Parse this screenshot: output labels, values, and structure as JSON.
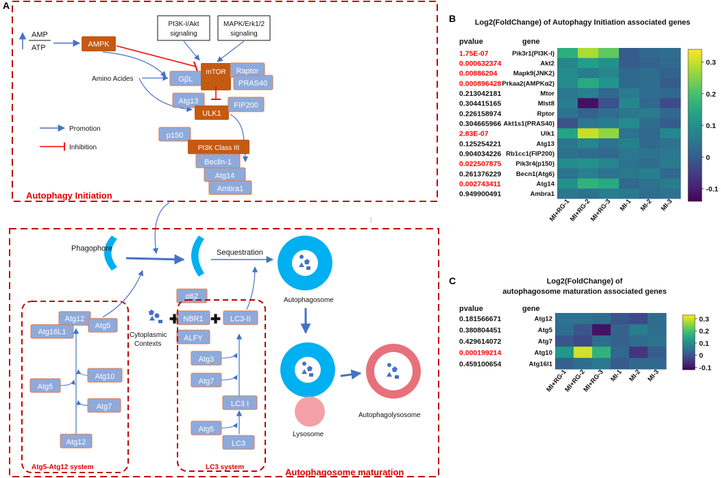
{
  "panels": {
    "A": "A",
    "B": "B",
    "C": "C"
  },
  "panel_a": {
    "initiation": {
      "title": "Autophagy Initiation",
      "amp": "AMP",
      "atp": "ATP",
      "ampk": "AMPK",
      "pi3k_signal": [
        "PI3K-I/Akt",
        "signaling"
      ],
      "mapk_signal": [
        "MAPK/Erk1/2",
        "signaling"
      ],
      "amino_acids": "Amino Acides",
      "gbl": "GβL",
      "mtor": "mTOR",
      "raptor": "Raptor",
      "pras40": "PRAS40",
      "atg13": "Atg13",
      "ulk1": "ULK1",
      "fip200": "FIP200",
      "p150": "p150",
      "pi3k_class3": "PI3K Class III",
      "beclin1": "Beclin-1",
      "atg14": "Atg14",
      "ambra1": "Ambra1",
      "legend_promotion": "Promotion",
      "legend_inhibition": "Inhibition"
    },
    "maturation": {
      "title": "Autophagosome maturation",
      "phagophore": "Phagophore",
      "sequestration": "Sequestration",
      "autophagosome": "Autophagosome",
      "lysosome": "Lysosome",
      "autophagolysosome": "Autophagolysosome",
      "cytoplasmic": [
        "Cytoplasmic",
        "Contexts"
      ],
      "p62": "p62",
      "nbr1": "NBR1",
      "lc3_ii": "LC3-II",
      "alfy": "ALFY",
      "plus": "✚",
      "atg5_system": {
        "title": "Atg5-Atg12 system",
        "atg12_top": "Atg12",
        "atg5_top": "Atg5",
        "atg16l1": "Atg16L1",
        "atg10": "Atg10",
        "atg5_mid": "Atg5",
        "atg7": "Atg7",
        "atg12_bottom": "Atg12"
      },
      "lc3_system": {
        "title": "LC3 system",
        "atg3": "Atg3",
        "atg7": "Atg7",
        "lc3_i": "LC3 I",
        "atg5": "Atg5",
        "lc3": "LC3"
      }
    }
  },
  "colors": {
    "blue_box": "#8eaadb",
    "blue_box_border": "#e07a4a",
    "orange_box": "#c55a11",
    "arrow_blue": "#4472c4",
    "inhibit_red": "#ff0000",
    "dash_red": "#c00000",
    "title_red": "#e00000",
    "phagophore_blue": "#00b0f0",
    "lysosome_pink": "#f4a0a8",
    "autophago_pink": "#e8707a"
  },
  "chart_data": [
    {
      "type": "heatmap",
      "title": "Log2(FoldChange) of Autophagy Initiation associated genes",
      "pvalue_header": "pvalue",
      "gene_header": "gene",
      "columns": [
        "MI+RG-1",
        "MI+RG-2",
        "MI+RG-3",
        "MI-1",
        "MI-2",
        "MI-3"
      ],
      "rows": [
        {
          "pvalue": "1.75E-07",
          "significant": true,
          "gene": "Pik3r1(PI3K-I)",
          "values": [
            0.16,
            0.28,
            0.22,
            0.0,
            0.02,
            0.03
          ]
        },
        {
          "pvalue": "0.000632374",
          "significant": true,
          "gene": "Akt2",
          "values": [
            0.08,
            0.13,
            0.1,
            0.0,
            0.01,
            0.02
          ]
        },
        {
          "pvalue": "0.00886204",
          "significant": true,
          "gene": "Mapk9(JNK2)",
          "values": [
            0.09,
            0.06,
            0.08,
            0.02,
            0.03,
            0.01
          ]
        },
        {
          "pvalue": "0.000896428",
          "significant": true,
          "gene": "Prkaa2(AMPKα2)",
          "values": [
            0.09,
            0.15,
            0.11,
            0.02,
            0.03,
            0.0
          ]
        },
        {
          "pvalue": "0.213042181",
          "significant": false,
          "gene": "Mtor",
          "values": [
            0.05,
            0.07,
            0.02,
            0.06,
            0.03,
            0.02
          ]
        },
        {
          "pvalue": "0.304415165",
          "significant": false,
          "gene": "Mlst8",
          "values": [
            0.06,
            -0.12,
            -0.02,
            0.08,
            0.02,
            -0.03
          ]
        },
        {
          "pvalue": "0.226158974",
          "significant": false,
          "gene": "Rptor",
          "values": [
            0.04,
            0.01,
            0.03,
            0.05,
            0.06,
            0.02
          ]
        },
        {
          "pvalue": "0.304665966",
          "significant": false,
          "gene": "Akt1s1(PRAS40)",
          "values": [
            -0.02,
            0.05,
            0.06,
            0.09,
            0.03,
            0.0
          ]
        },
        {
          "pvalue": "2.83E-07",
          "significant": true,
          "gene": "Ulk1",
          "values": [
            0.14,
            0.3,
            0.26,
            0.04,
            0.02,
            0.08
          ]
        },
        {
          "pvalue": "0.125254221",
          "significant": false,
          "gene": "Atg13",
          "values": [
            0.05,
            0.08,
            0.04,
            0.07,
            0.02,
            0.04
          ]
        },
        {
          "pvalue": "0.904034226",
          "significant": false,
          "gene": "Rb1cc1(FIP200)",
          "values": [
            0.04,
            0.03,
            0.02,
            0.05,
            0.04,
            0.05
          ]
        },
        {
          "pvalue": "0.022507875",
          "significant": true,
          "gene": "Pik3r4(p150)",
          "values": [
            0.09,
            0.1,
            0.08,
            0.04,
            0.03,
            0.06
          ]
        },
        {
          "pvalue": "0.261376229",
          "significant": false,
          "gene": "Becn1(Atg6)",
          "values": [
            0.04,
            0.07,
            0.04,
            0.05,
            0.07,
            0.02
          ]
        },
        {
          "pvalue": "0.002743411",
          "significant": true,
          "gene": "Atg14",
          "values": [
            0.1,
            0.17,
            0.15,
            0.02,
            0.04,
            0.06
          ]
        },
        {
          "pvalue": "0.949900491",
          "significant": false,
          "gene": "Ambra1",
          "values": [
            0.05,
            0.04,
            0.06,
            0.05,
            0.03,
            0.04
          ]
        }
      ],
      "colorbar": {
        "range": [
          -0.14,
          0.34
        ],
        "ticks": [
          0.3,
          0.2,
          0.1,
          0,
          -0.1
        ],
        "tick_labels": [
          "0.3",
          "0.2",
          "0.1",
          "0",
          "-0.1"
        ],
        "colormap": "viridis",
        "position": "right"
      }
    },
    {
      "type": "heatmap",
      "title_lines": [
        "Log2(FoldChange) of",
        "autophagosome maturation associated genes"
      ],
      "pvalue_header": "pvalue",
      "gene_header": "gene",
      "columns": [
        "MI+RG-1",
        "MI+RG-2",
        "MI+RG-3",
        "MI-1",
        "MI-2",
        "MI-3"
      ],
      "rows": [
        {
          "pvalue": "0.181566671",
          "significant": false,
          "gene": "Atg12",
          "values": [
            0.05,
            0.05,
            0.04,
            0.0,
            -0.02,
            0.04
          ]
        },
        {
          "pvalue": "0.380804451",
          "significant": false,
          "gene": "Atg5",
          "values": [
            0.04,
            0.0,
            -0.1,
            0.02,
            0.07,
            0.04
          ]
        },
        {
          "pvalue": "0.429614072",
          "significant": false,
          "gene": "Atg7",
          "values": [
            0.0,
            -0.02,
            0.04,
            0.02,
            0.04,
            0.05
          ]
        },
        {
          "pvalue": "0.000199214",
          "significant": true,
          "gene": "Atg10",
          "values": [
            0.12,
            0.3,
            0.17,
            0.03,
            -0.05,
            0.01
          ]
        },
        {
          "pvalue": "0.459100654",
          "significant": false,
          "gene": "Atg16l1",
          "values": [
            0.02,
            0.04,
            0.06,
            0.01,
            0.03,
            0.03
          ]
        }
      ],
      "colorbar": {
        "range": [
          -0.12,
          0.33
        ],
        "ticks": [
          0.3,
          0.2,
          0.1,
          0,
          -0.1
        ],
        "tick_labels": [
          "0.3",
          "0.2",
          "0.1",
          "0",
          "-0.1"
        ],
        "colormap": "viridis",
        "position": "right"
      }
    }
  ]
}
